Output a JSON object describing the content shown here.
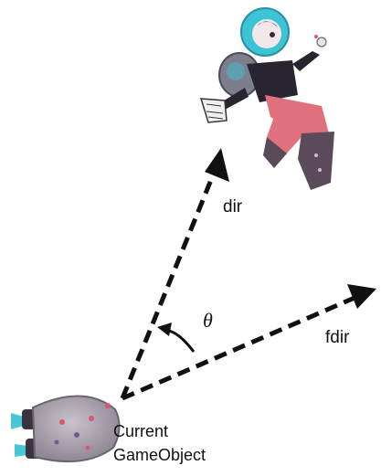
{
  "labels": {
    "dir": "dir",
    "fdir": "fdir",
    "theta": "θ",
    "object_line1": "Current",
    "object_line2": "GameObject"
  },
  "sprites": {
    "astronaut": "astronaut-sprite",
    "spaceship": "spaceship-sprite"
  },
  "colors": {
    "arrow": "#111111",
    "helmet": "#3cc3d6",
    "legs": "#e0707c",
    "boots": "#5a4a5a",
    "ship_body": "#a9a2ad",
    "thruster": "#48c7d9"
  }
}
